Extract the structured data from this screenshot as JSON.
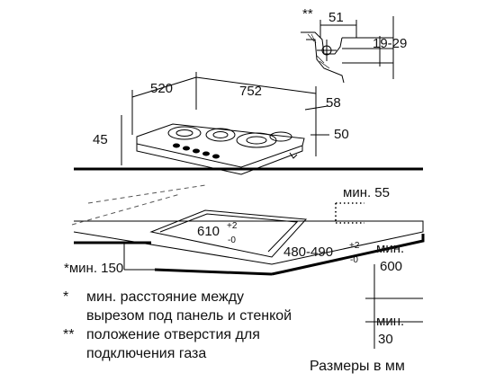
{
  "bracket": {
    "star_mark": "**",
    "dim_width": "51",
    "dim_offset": "19-29"
  },
  "hob": {
    "dim_depth": "520",
    "dim_width": "752",
    "dim_back": "58",
    "dim_height_left": "45",
    "dim_height_right": "50"
  },
  "cutout": {
    "dim_width_main": "610",
    "dim_width_tol_plus": "+2",
    "dim_width_tol_minus": "-0",
    "dim_depth_main": "480-490",
    "dim_depth_tol_plus": "+2",
    "dim_depth_tol_minus": "-0",
    "min_rear": "мин. 55",
    "min_front": "*мин. 150",
    "min_side_label": "мин.",
    "min_side_value": "600",
    "min_bottom_label": "мин.",
    "min_bottom_value": "30"
  },
  "notes": {
    "star1_mark": "*",
    "star1_line1": "мин. расстояние между",
    "star1_line2": "вырезом под панель и стенкой",
    "star2_mark": "**",
    "star2_line1": "положение отверстия для",
    "star2_line2": "подключения газа",
    "units": "Размеры в мм"
  }
}
